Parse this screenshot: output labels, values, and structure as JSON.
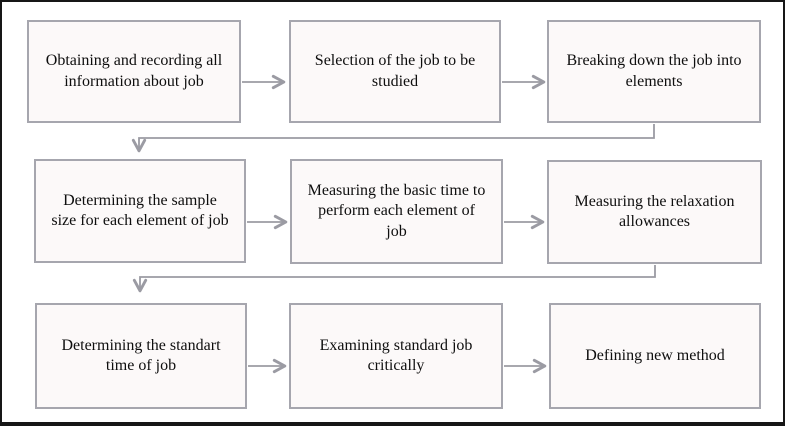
{
  "diagram": {
    "type": "flowchart",
    "boxes": [
      {
        "label": "Obtaining and recording all\ninformation about job"
      },
      {
        "label": "Selection of the job to be\nstudied"
      },
      {
        "label": "Breaking down the job into\nelements"
      },
      {
        "label": "Determining the sample\nsize for each element of job"
      },
      {
        "label": "Measuring the basic time to\nperform each element of\njob"
      },
      {
        "label": "Measuring the relaxation\nallowances"
      },
      {
        "label": "Determining the standart\ntime of job"
      },
      {
        "label": "Examining standard job\ncritically"
      },
      {
        "label": "Defining new method"
      }
    ],
    "flow": [
      {
        "from": 1,
        "to": 2
      },
      {
        "from": 2,
        "to": 3
      },
      {
        "from": 3,
        "to": 4
      },
      {
        "from": 4,
        "to": 5
      },
      {
        "from": 5,
        "to": 6
      },
      {
        "from": 6,
        "to": 7
      },
      {
        "from": 7,
        "to": 8
      },
      {
        "from": 8,
        "to": 9
      }
    ],
    "colors": {
      "frame_border": "#161616",
      "box_border": "#a6a6ae",
      "box_fill": "#fcf9f9",
      "arrow": "#9b9ba3",
      "text": "#0e0e0e",
      "background": "#ffffff"
    }
  }
}
